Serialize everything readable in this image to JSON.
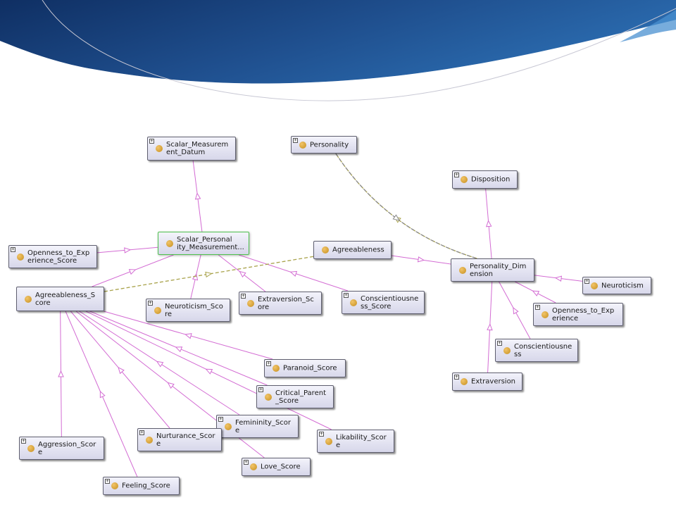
{
  "colors": {
    "is_a_edge": "#d36cd3",
    "relation_edge_olive": "#a8a24a",
    "relation_edge_gray": "#8a8a8a",
    "node_fill": "#e4e4f1",
    "node_border": "#5e5e6e",
    "selected_border": "#4fc24f",
    "individual_dot": "#d9a23a",
    "banner_blue": "#1f4f8e"
  },
  "icons": {
    "expand": "expand-plus-icon",
    "node": "class-dot-icon"
  },
  "nodes": {
    "scalar_measurement_datum": {
      "label": "Scalar_Measurem\nent_Datum"
    },
    "personality": {
      "label": "Personality"
    },
    "disposition": {
      "label": "Disposition"
    },
    "scalar_personality_measurement": {
      "label": "Scalar_Personal\nity_Measurement..."
    },
    "openness_score": {
      "label": "Openness_to_Exp\nerience_Score"
    },
    "agreeableness": {
      "label": "Agreeableness"
    },
    "personality_dimension": {
      "label": "Personality_Dim\nension"
    },
    "agreeableness_score": {
      "label": "Agreeableness_S\ncore"
    },
    "neuroticism_score": {
      "label": "Neuroticism_Sco\nre"
    },
    "extraversion_score": {
      "label": "Extraversion_Sc\nore"
    },
    "conscientiousness_score": {
      "label": "Conscientiousne\nss_Score"
    },
    "neuroticism": {
      "label": "Neuroticism"
    },
    "openness": {
      "label": "Openness_to_Exp\nerience"
    },
    "conscientiousness": {
      "label": "Conscientiousne\nss"
    },
    "extraversion": {
      "label": "Extraversion"
    },
    "paranoid_score": {
      "label": "Paranoid_Score"
    },
    "critical_parent_score": {
      "label": "Critical_Parent\n_Score"
    },
    "femininity_score": {
      "label": "Femininity_Scor\ne"
    },
    "likability_score": {
      "label": "Likability_Scor\ne"
    },
    "nurturance_score": {
      "label": "Nurturance_Scor\ne"
    },
    "aggression_score": {
      "label": "Aggression_Scor\ne"
    },
    "love_score": {
      "label": "Love_Score"
    },
    "feeling_score": {
      "label": "Feeling_Score"
    }
  },
  "edges": [
    {
      "from": "scalar_personality_measurement",
      "to": "scalar_measurement_datum",
      "kind": "is-a"
    },
    {
      "from": "openness_score",
      "to": "scalar_personality_measurement",
      "kind": "is-a"
    },
    {
      "from": "agreeableness_score",
      "to": "scalar_personality_measurement",
      "kind": "is-a"
    },
    {
      "from": "neuroticism_score",
      "to": "scalar_personality_measurement",
      "kind": "is-a"
    },
    {
      "from": "extraversion_score",
      "to": "scalar_personality_measurement",
      "kind": "is-a"
    },
    {
      "from": "conscientiousness_score",
      "to": "scalar_personality_measurement",
      "kind": "is-a"
    },
    {
      "from": "personality_dimension",
      "to": "disposition",
      "kind": "is-a"
    },
    {
      "from": "agreeableness",
      "to": "personality_dimension",
      "kind": "is-a"
    },
    {
      "from": "neuroticism",
      "to": "personality_dimension",
      "kind": "is-a"
    },
    {
      "from": "openness",
      "to": "personality_dimension",
      "kind": "is-a"
    },
    {
      "from": "conscientiousness",
      "to": "personality_dimension",
      "kind": "is-a"
    },
    {
      "from": "extraversion",
      "to": "personality_dimension",
      "kind": "is-a"
    },
    {
      "from": "aggression_score",
      "to": "agreeableness_score",
      "kind": "is-a"
    },
    {
      "from": "feeling_score",
      "to": "agreeableness_score",
      "kind": "is-a"
    },
    {
      "from": "nurturance_score",
      "to": "agreeableness_score",
      "kind": "is-a"
    },
    {
      "from": "love_score",
      "to": "agreeableness_score",
      "kind": "is-a"
    },
    {
      "from": "femininity_score",
      "to": "agreeableness_score",
      "kind": "is-a"
    },
    {
      "from": "likability_score",
      "to": "agreeableness_score",
      "kind": "is-a"
    },
    {
      "from": "critical_parent_score",
      "to": "agreeableness_score",
      "kind": "is-a"
    },
    {
      "from": "paranoid_score",
      "to": "agreeableness_score",
      "kind": "is-a"
    },
    {
      "from": "agreeableness_score",
      "to": "agreeableness",
      "kind": "relation-olive"
    },
    {
      "from": "personality_dimension",
      "to": "personality",
      "kind": "relation-olive"
    },
    {
      "from": "personality",
      "to": "personality_dimension",
      "kind": "relation-gray"
    }
  ]
}
